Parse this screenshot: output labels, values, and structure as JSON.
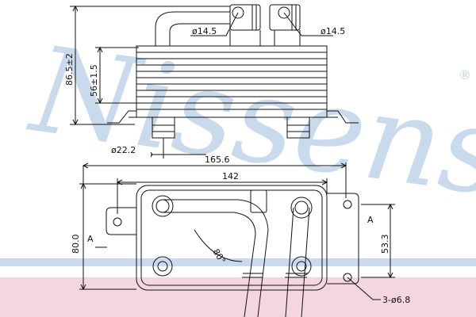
{
  "watermark": {
    "brand": "Nissens",
    "registered_mark": "®"
  },
  "colors": {
    "line": "#111111",
    "watermark": "#c3d6ea",
    "pink_band": "#f4d6df",
    "blue_band": "#c9d9ee"
  },
  "side_view": {
    "pipe_left_diameter": "ø14.5",
    "pipe_right_diameter": "ø14.5",
    "total_height": "86.5±2",
    "body_height": "56±1.5",
    "port_diameter": "ø22.2"
  },
  "top_view": {
    "overall_length": "165.6",
    "port_spacing": "142",
    "width": "80.0",
    "section_label_left": "A",
    "section_label_right": "A",
    "height_to_hole": "53.3",
    "bend_angle": "80°",
    "mount_holes": "3-ø6.8"
  }
}
